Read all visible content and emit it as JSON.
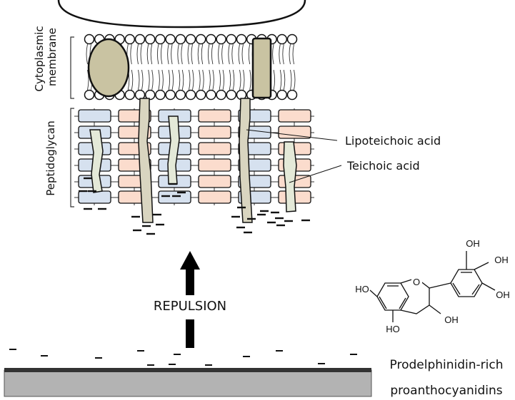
{
  "labels": {
    "membrane": [
      "Cytoplasmic",
      "membrane"
    ],
    "peptidoglycan": "Peptidoglycan",
    "lipoteichoic": "Lipoteichoic acid",
    "teichoic": "Teichoic  acid",
    "repulsion": "REPULSION",
    "compound_line1": "Prodelphinidin-rich",
    "compound_line2": "proanthocyanidins"
  },
  "molecule": {
    "oh_7": "HO",
    "oh_3p": "OH",
    "oh_4p": "OH",
    "oh_5p": "OH",
    "oh_3": "OH",
    "oh_5": "HO",
    "ring_o": "O"
  },
  "charges": {
    "negative": "–"
  },
  "colors": {
    "protein": "#c9c3a2",
    "teichoic": "#e4e9d8",
    "lipoteichoic": "#d9d5c0",
    "pg_blue": "#d6e1ef",
    "pg_pink": "#fbdccd",
    "surface_top": "#333333",
    "surface_body": "#b3b3b3",
    "arrow": "#000000"
  }
}
